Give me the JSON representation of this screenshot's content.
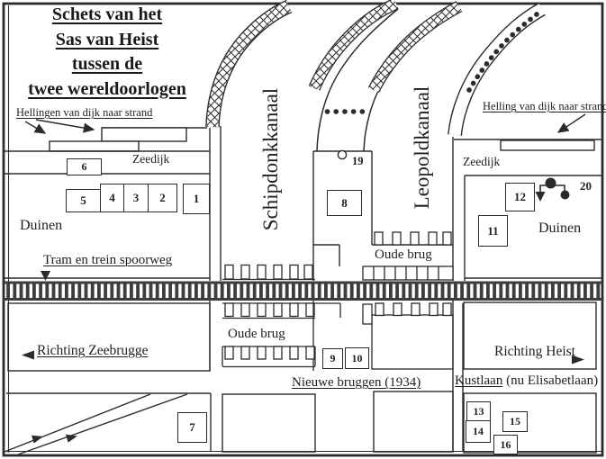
{
  "colors": {
    "ink": "#2b2b2b",
    "paper": "#ffffff",
    "rail": "#3d3d3d"
  },
  "title": {
    "lines": [
      "Schets van het",
      "Sas van Heist",
      "tussen de",
      "twee wereldoorlogen"
    ]
  },
  "labels": {
    "hellingen_left": "Hellingen van dijk naar strand",
    "helling_right": "Helling van dijk naar strand",
    "zeedijk_left": "Zeedijk",
    "zeedijk_right": "Zeedijk",
    "schipdonkkanaal": "Schipdonkkanaal",
    "leopoldkanaal": "Leopoldkanaal",
    "duinen_left": "Duinen",
    "duinen_right": "Duinen",
    "tram_spoorweg": "Tram en trein spoorweg",
    "oude_brug_top": "Oude brug",
    "oude_brug_bottom": "Oude brug",
    "richting_zeebrugge": "Richting Zeebrugge",
    "richting_heist": "Richting Heist",
    "nieuwe_bruggen": "Nieuwe bruggen (1934)",
    "kustlaan": "Kustlaan",
    "kustlaan_suffix": " (nu Elisabetlaan)"
  },
  "markers": {
    "sluice": "19",
    "beach_structure": "20"
  },
  "boxes": {
    "b1": "1",
    "b2": "2",
    "b3": "3",
    "b4": "4",
    "b5": "5",
    "b6": "6",
    "b7": "7",
    "b8": "8",
    "b9": "9",
    "b10": "10",
    "b11": "11",
    "b12": "12",
    "b13": "13",
    "b14": "14",
    "b15": "15",
    "b16": "16"
  }
}
